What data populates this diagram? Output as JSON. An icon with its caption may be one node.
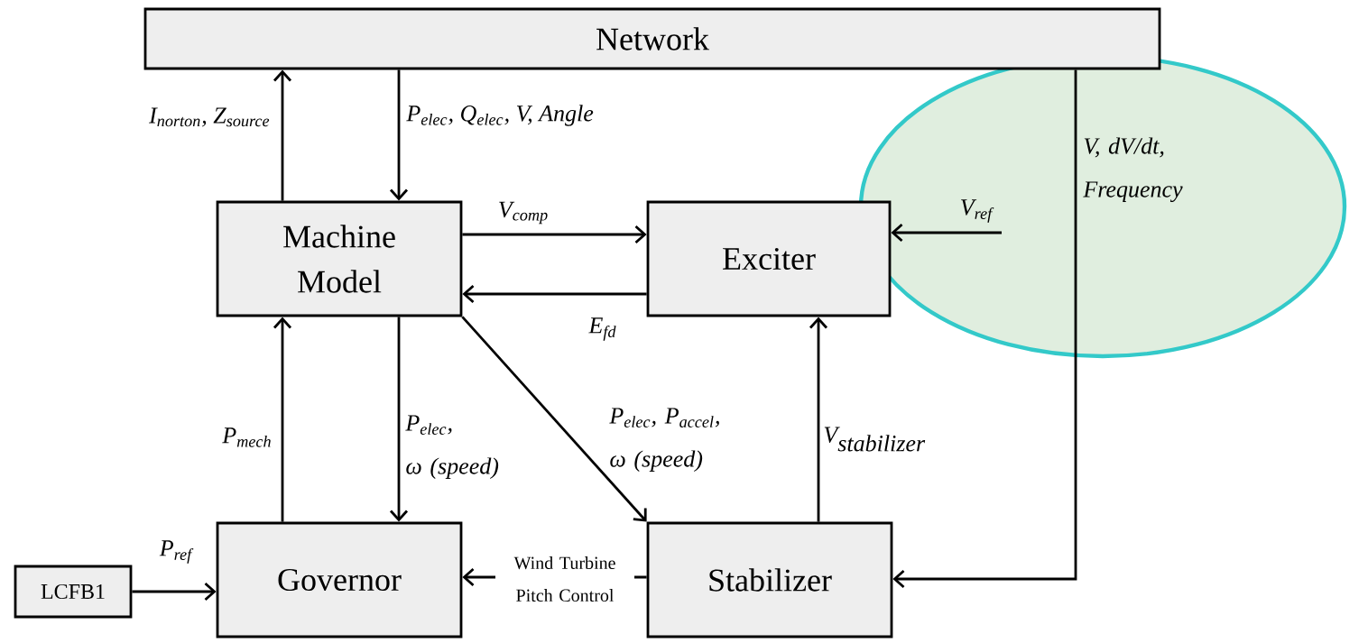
{
  "diagram": {
    "nodes": [
      {
        "text": [
          "Network"
        ]
      },
      {
        "text": [
          "Machine Model"
        ]
      },
      {
        "text": [
          "Exciter"
        ]
      },
      {
        "text": [
          "Governor"
        ]
      },
      {
        "text": [
          "Stabilizer"
        ]
      },
      {
        "text": [
          "LCFB1"
        ]
      }
    ],
    "edges": [
      {
        "from": 1,
        "to": 0,
        "arrow": "to",
        "label": "I$_{norton}$, Z$_{source}$"
      },
      {
        "from": 0,
        "to": 1,
        "arrow": "to",
        "label": "P$_{elec}$, Q$_{elec}$, V, Angle"
      },
      {
        "from": 1,
        "to": 2,
        "arrow": "to",
        "label": "V$_{comp}$"
      },
      {
        "from": 2,
        "to": 1,
        "arrow": "to",
        "label": "E$_{fd}$"
      },
      {
        "from": null,
        "to": 2,
        "arrow": "to",
        "label": "V$_{ref}$"
      },
      {
        "from": 0,
        "to": 4,
        "arrow": "to",
        "label": "V, dV/dt, Frequency"
      },
      {
        "from": 3,
        "to": 1,
        "arrow": "to",
        "label": "P$_{mech}$"
      },
      {
        "from": 1,
        "to": 3,
        "arrow": "to",
        "label": "P$_{elec}$, ω (speed)"
      },
      {
        "from": 1,
        "to": 4,
        "arrow": "to",
        "label": "P$_{elec}$, P$_{accel}$, ω (speed)"
      },
      {
        "from": 4,
        "to": 2,
        "arrow": "to",
        "label": "\\mbox{\\itshape V}_{\\mbox{\\itshape stabilizer}}"
      },
      {
        "from": 5,
        "to": 3,
        "arrow": "to",
        "label": "P$_{ref}$"
      },
      {
        "from": 4,
        "to": 3,
        "arrow": "to",
        "label": "Wind Turbine Pitch Control"
      }
    ]
  }
}
